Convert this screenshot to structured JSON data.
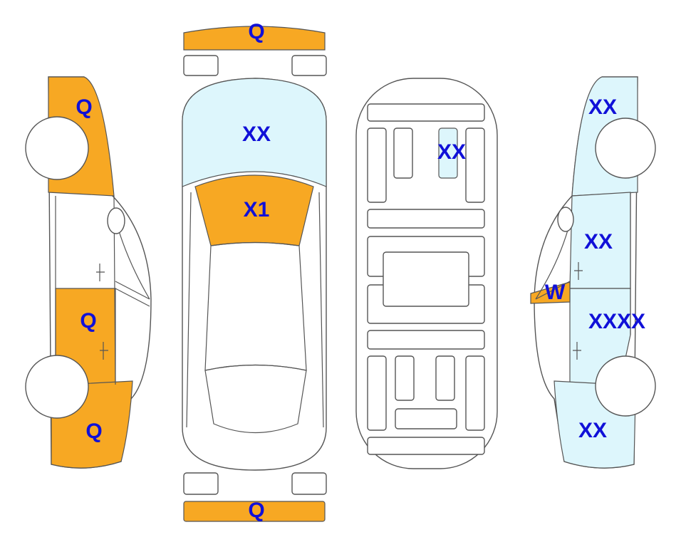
{
  "colors": {
    "orange": "#F7A823",
    "light_blue": "#DDF6FC",
    "label_blue": "#1010D8",
    "outline": "#555555"
  },
  "labels": {
    "front_bumper": "Q",
    "hood": "XX",
    "windshield": "X1",
    "roof_rear_panel": "XX",
    "left_front_fender": "Q",
    "left_rear_door": "Q",
    "left_rear_quarter": "Q",
    "rear_bumper": "Q",
    "right_front_fender": "XX",
    "right_front_door": "XX",
    "right_mirror": "W",
    "right_rear_door": "XXXX",
    "right_rear_quarter": "XX"
  }
}
